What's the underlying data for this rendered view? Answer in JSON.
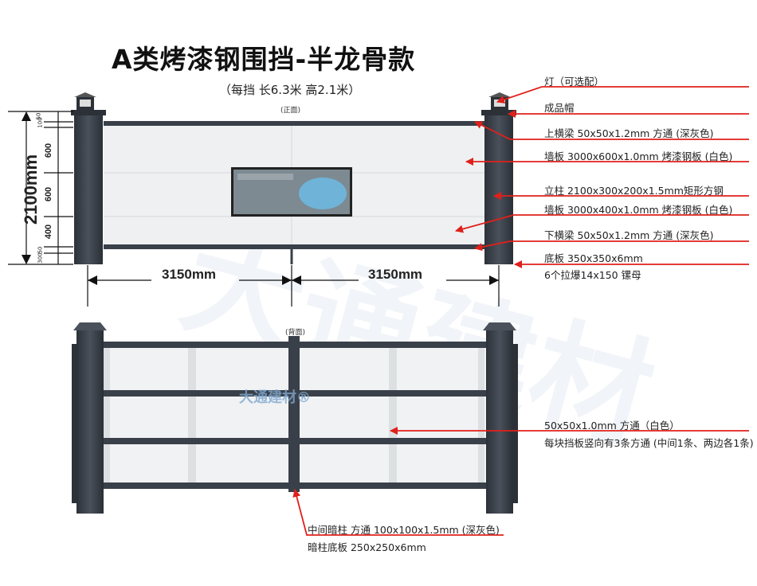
{
  "title": "A类烤漆钢围挡-半龙骨款",
  "subtitle": "（每挡 长6.3米 高2.1米）",
  "front_view_label": "(正面)",
  "back_view_label": "(背面)",
  "dimensions": {
    "height": "2100mm",
    "segments": [
      "50",
      "100",
      "600",
      "600",
      "400",
      "50",
      "300"
    ],
    "width_left": "3150mm",
    "width_right": "3150mm"
  },
  "brand_logo": "大通建材®",
  "callouts_front": [
    {
      "text": "灯（可选配）"
    },
    {
      "text": "成品帽"
    },
    {
      "text": "上横梁 50x50x1.2mm 方通 (深灰色)"
    },
    {
      "text": "墙板 3000x600x1.0mm 烤漆钢板 (白色)"
    },
    {
      "text": "立柱 2100x300x200x1.5mm矩形方钢"
    },
    {
      "text": "墙板 3000x400x1.0mm 烤漆钢板 (白色)"
    },
    {
      "text": "下横梁 50x50x1.2mm 方通 (深灰色)"
    },
    {
      "text": "底板 350x350x6mm",
      "sub": "6个拉爆14x150 镙母"
    }
  ],
  "callouts_back": [
    {
      "text": "50x50x1.0mm 方通（白色）",
      "sub": "每块挡板竖向有3条方通 (中间1条、两边各1条)"
    },
    {
      "text": "中间暗柱 方通 100x100x1.5mm (深灰色)",
      "sub": "暗柱底板 250x250x6mm"
    }
  ],
  "colors": {
    "accent": "#e0201b",
    "post": "#3a4049",
    "panel": "#eef0f2"
  }
}
